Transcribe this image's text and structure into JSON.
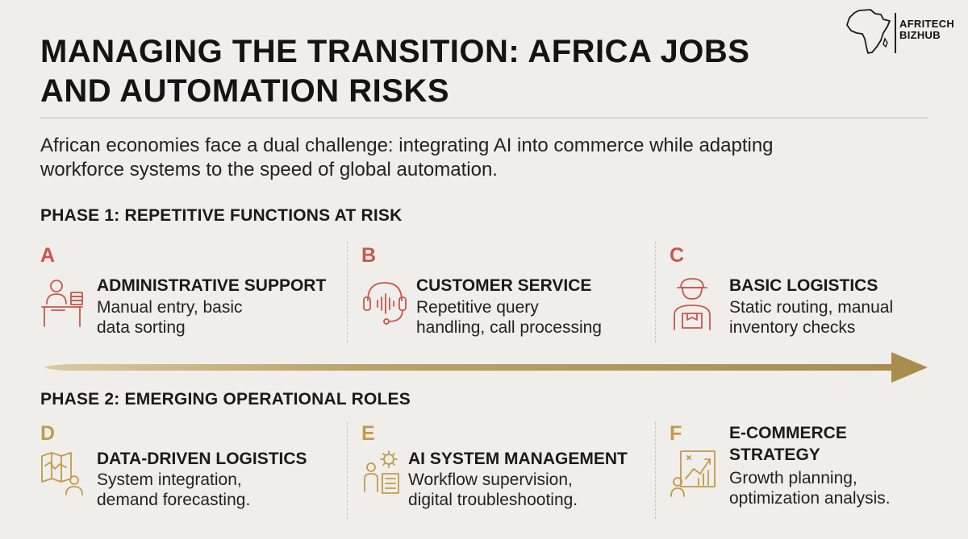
{
  "title": {
    "line1": "MANAGING THE TRANSITION: AFRICA JOBS",
    "line2": "AND AUTOMATION RISKS"
  },
  "logo": {
    "line1": "AFRITECH",
    "line2": "BIZHUB",
    "icon": "africa-map-icon"
  },
  "intro": {
    "line1": "African economies face a dual challenge: integrating AI into commerce while adapting",
    "line2": "workforce systems to the speed of global automation."
  },
  "phase1": {
    "heading": "PHASE 1: REPETITIVE FUNCTIONS AT RISK",
    "cards": [
      {
        "letter": "A",
        "title": "ADMINISTRATIVE SUPPORT",
        "desc": [
          "Manual entry, basic",
          "data sorting"
        ],
        "icon": "office-worker-icon"
      },
      {
        "letter": "B",
        "title": "CUSTOMER SERVICE",
        "desc": [
          "Repetitive query",
          "handling, call processing"
        ],
        "icon": "headset-icon"
      },
      {
        "letter": "C",
        "title": "BASIC LOGISTICS",
        "desc": [
          "Static routing, manual",
          "inventory checks"
        ],
        "icon": "delivery-worker-icon"
      }
    ]
  },
  "phase2": {
    "heading": "PHASE 2: EMERGING OPERATIONAL ROLES",
    "cards": [
      {
        "letter": "D",
        "title": "DATA-DRIVEN LOGISTICS",
        "desc": [
          "System integration,",
          "demand forecasting."
        ],
        "icon": "map-analyst-icon"
      },
      {
        "letter": "E",
        "title": "AI SYSTEM MANAGEMENT",
        "desc": [
          "Workflow supervision,",
          "digital troubleshooting."
        ],
        "icon": "ai-manager-icon"
      },
      {
        "letter": "F",
        "title_lines": [
          "E-COMMERCE",
          "STRATEGY"
        ],
        "desc": [
          "Growth planning,",
          "optimization analysis."
        ],
        "icon": "growth-chart-icon"
      }
    ]
  },
  "colors": {
    "background": "#efeeea",
    "phase1_accent": "#c9584a",
    "phase2_accent": "#c39a4c",
    "arrow": "#b49a5e"
  }
}
